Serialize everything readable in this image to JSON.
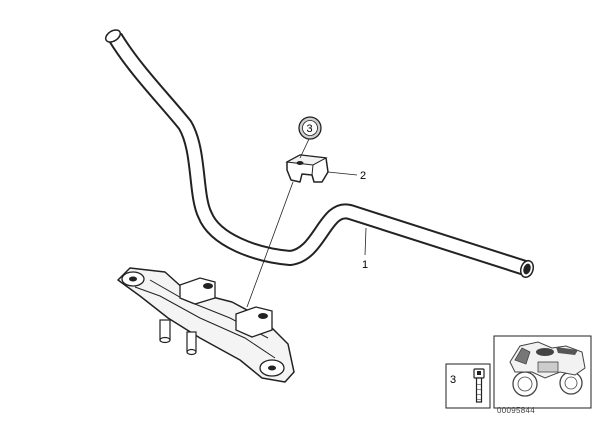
{
  "callouts": {
    "handlebar": "1",
    "clamp": "2",
    "screw_circled": "3",
    "screw_inset": "3"
  },
  "document_number": "00095844",
  "icons": {
    "handlebar": "handlebar-tube-icon",
    "clamp": "clamp-bracket-icon",
    "fork_bridge": "fork-bridge-icon",
    "screw": "screw-icon",
    "motorcycle": "motorcycle-thumbnail-icon"
  }
}
